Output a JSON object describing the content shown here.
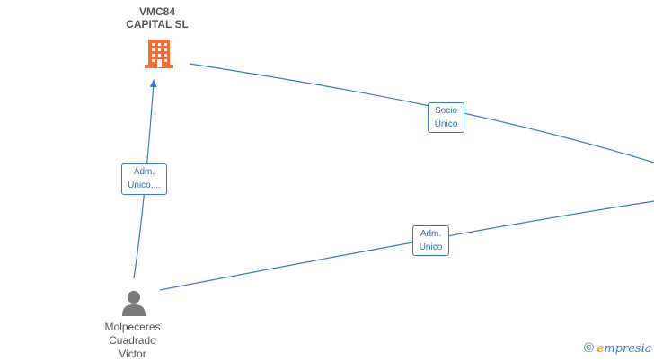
{
  "nodes": {
    "company": {
      "line1": "VMC84",
      "line2": "CAPITAL  SL",
      "icon": "building-icon",
      "color": "#f26c3a"
    },
    "person": {
      "line1": "Molpeceres",
      "line2": "Cuadrado",
      "line3": "Victor",
      "icon": "person-icon",
      "color": "#7a7a7a"
    }
  },
  "edges": {
    "person_to_company": {
      "label_line1": "Adm.",
      "label_line2": "Unico,..."
    },
    "company_to_offscreen": {
      "label_line1": "Socio",
      "label_line2": "Único"
    },
    "person_to_offscreen": {
      "label_line1": "Adm.",
      "label_line2": "Unico"
    }
  },
  "edge_color": "#3a78c9",
  "brand": {
    "copyright_symbol": "©",
    "e_letter": "e",
    "name": "mpresia"
  }
}
